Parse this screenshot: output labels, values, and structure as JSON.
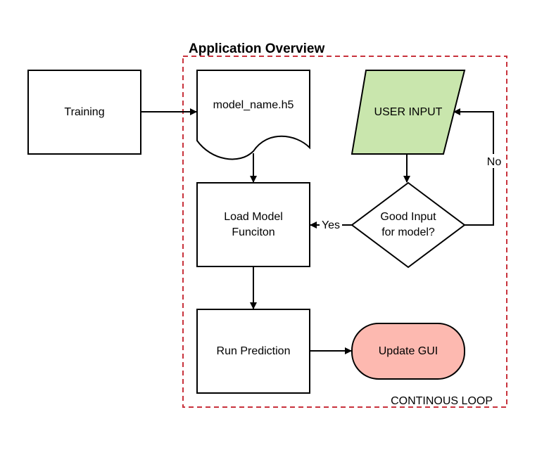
{
  "title": "Application Overview",
  "loop_label": "CONTINOUS LOOP",
  "nodes": {
    "training": "Training",
    "model_file": "model_name.h5",
    "user_input": "USER INPUT",
    "load_model": [
      "Load Model",
      "Funciton"
    ],
    "decision": [
      "Good Input",
      "for model?"
    ],
    "run_prediction": "Run Prediction",
    "update_gui": "Update GUI"
  },
  "edges": {
    "yes": "Yes",
    "no": "No"
  },
  "colors": {
    "user_input_fill": "#c9e6ad",
    "update_gui_fill": "#fdb9b0",
    "loop_border": "#c8323c",
    "stroke": "#000000"
  }
}
